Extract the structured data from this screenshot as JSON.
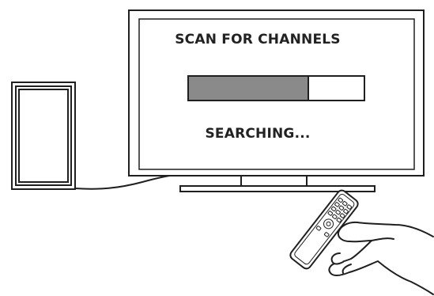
{
  "screen": {
    "title": "SCAN FOR CHANNELS",
    "status": "SEARCHING...",
    "progress_fraction": 0.69
  },
  "icons": {
    "tv": "television-icon",
    "speaker": "speaker-icon",
    "remote": "remote-control-icon",
    "hand": "hand-icon"
  },
  "colors": {
    "outline": "#1f1f1f",
    "progress_fill": "#8a8a8a",
    "background": "#ffffff"
  }
}
